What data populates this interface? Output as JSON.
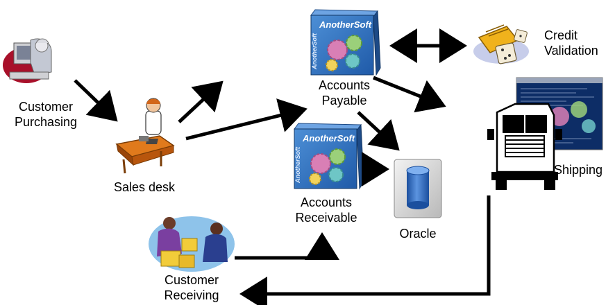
{
  "nodes": {
    "customer_purchasing": {
      "line1": "Customer",
      "line2": "Purchasing"
    },
    "sales_desk": {
      "label": "Sales desk"
    },
    "accounts_payable": {
      "line1": "Accounts",
      "line2": "Payable"
    },
    "accounts_receivable": {
      "line1": "Accounts",
      "line2": "Receivable"
    },
    "oracle": {
      "label": "Oracle"
    },
    "credit_validation": {
      "line1": "Credit",
      "line2": "Validation"
    },
    "shipping": {
      "label": "Shipping"
    },
    "customer_receiving": {
      "line1": "Customer",
      "line2": "Receiving"
    }
  },
  "software_box": {
    "brand": "AnotherSoft"
  },
  "colors": {
    "arrow": "#000000",
    "box_blue": "#2f6fb8",
    "box_dark": "#1d4a86",
    "gear_pink": "#d97fb5",
    "gear_green": "#9bd07a",
    "gear_teal": "#6ec6c6",
    "oracle_blue": "#2e63b8",
    "oval_blue": "#8ec3ea"
  }
}
